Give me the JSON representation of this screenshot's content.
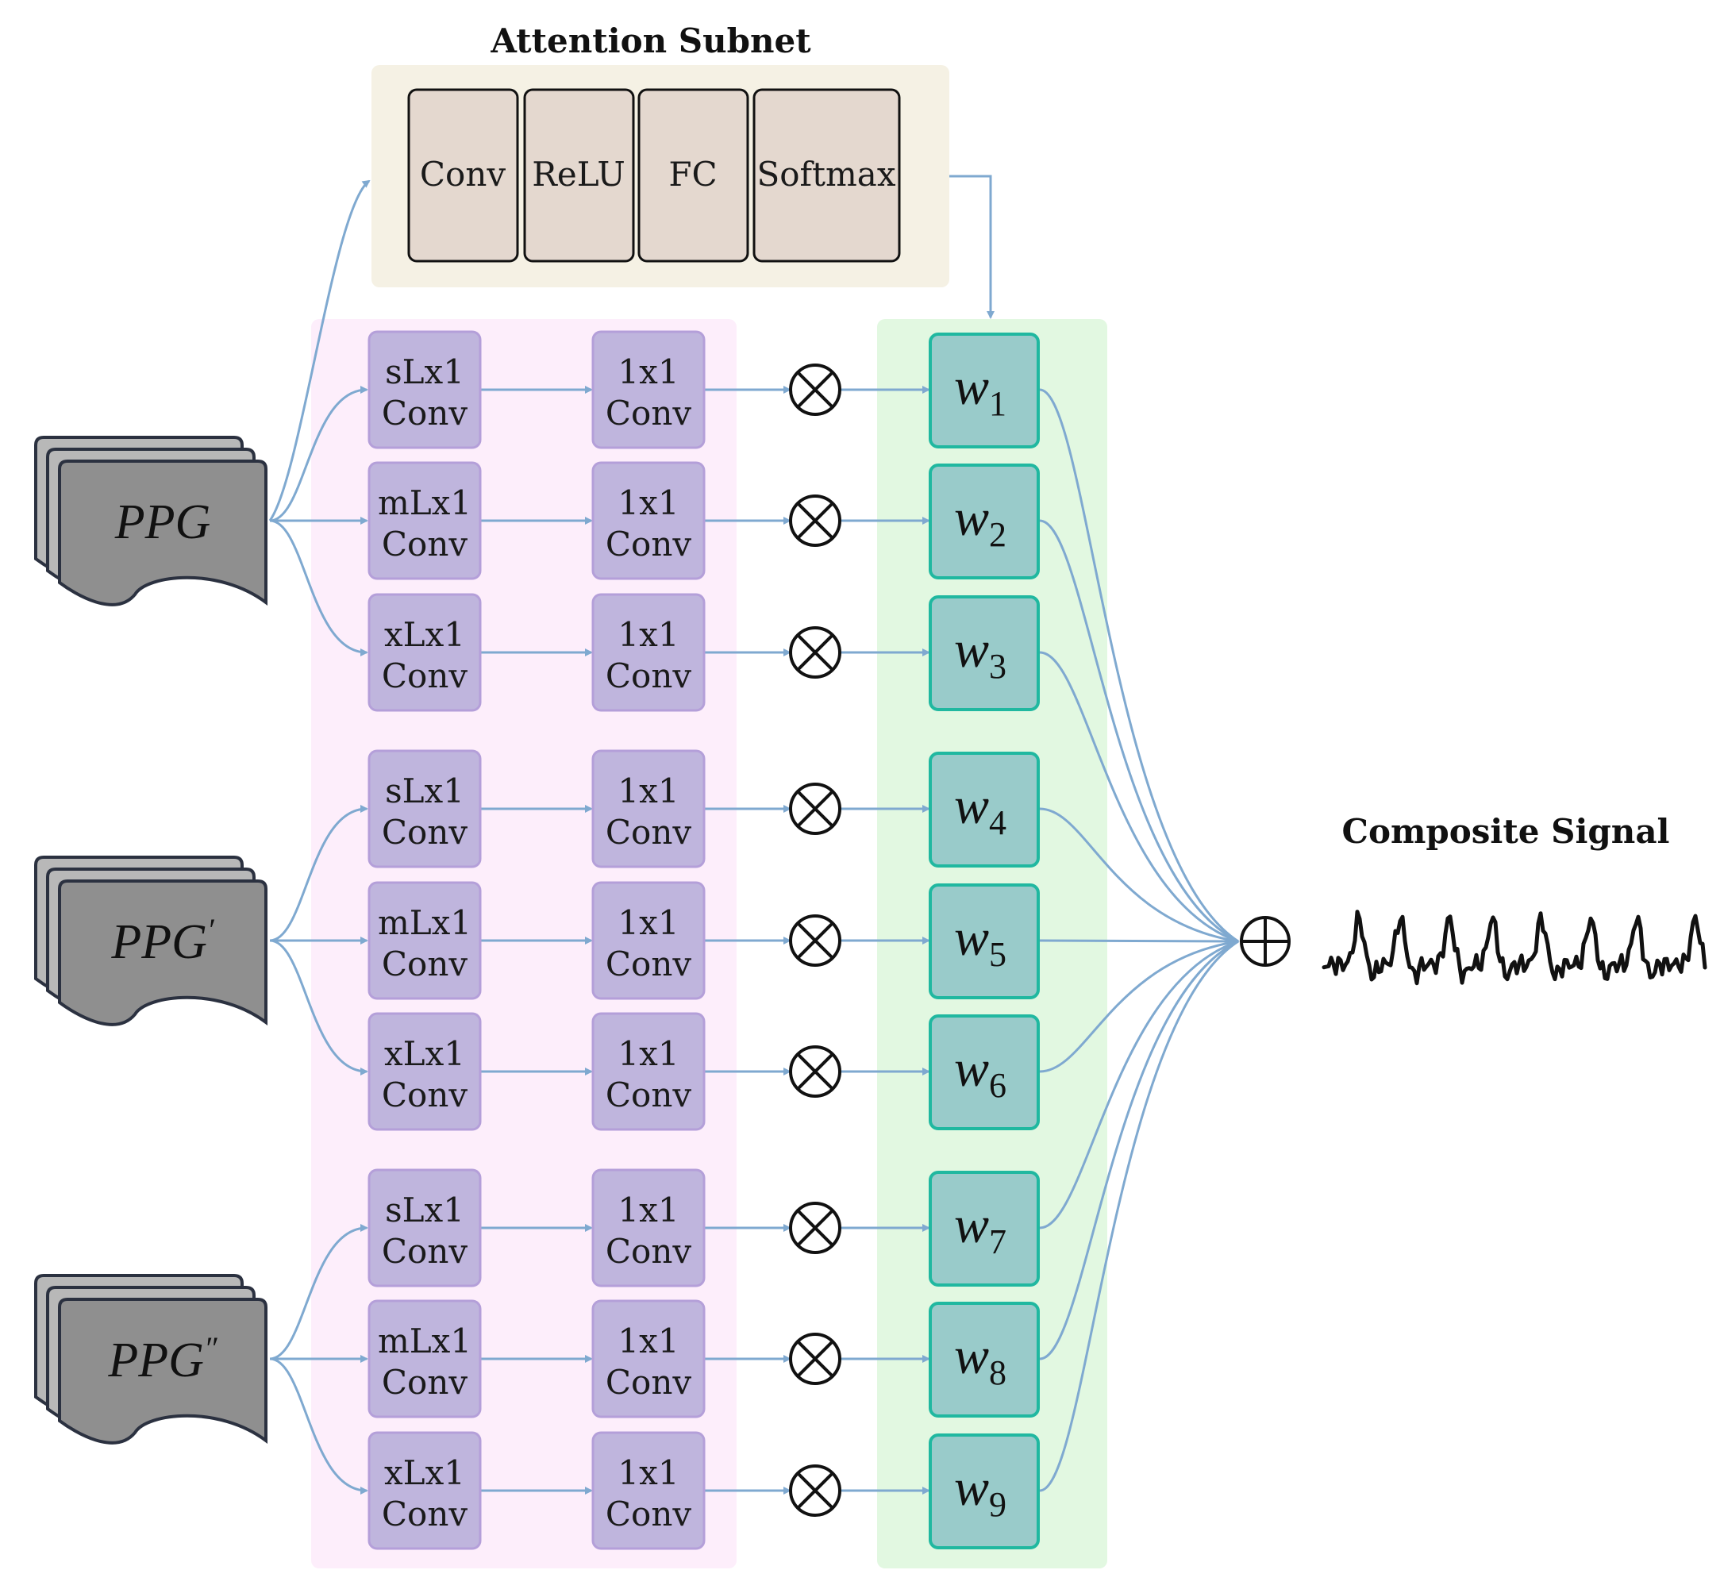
{
  "attention": {
    "title": "Attention Subnet",
    "layers": [
      "Conv",
      "ReLU",
      "FC",
      "Softmax"
    ]
  },
  "inputs": [
    {
      "base": "PPG",
      "prime": ""
    },
    {
      "base": "PPG",
      "prime": "′"
    },
    {
      "base": "PPG",
      "prime": "″"
    }
  ],
  "branch_kernels": [
    "sLx1",
    "mLx1",
    "xLx1"
  ],
  "conv_word": "Conv",
  "pointwise": "1x1",
  "multiply_symbol": "⊗",
  "sum_symbol": "⊕",
  "weight_symbol": "w",
  "weights": [
    "1",
    "2",
    "3",
    "4",
    "5",
    "6",
    "7",
    "8",
    "9"
  ],
  "output": {
    "title": "Composite Signal"
  },
  "colors": {
    "attention_bg": "#f5f1e4",
    "attention_box": "#e4d8cf",
    "branch_bg": "#fdeefb",
    "conv_box": "#bfb5dd",
    "conv_border": "#b49fd9",
    "weight_bg": "#e2f8e1",
    "weight_box": "#99cbca",
    "weight_border": "#20b8a0",
    "arrow": "#7fa9d0",
    "doc_fill": "#8f8f8f"
  }
}
